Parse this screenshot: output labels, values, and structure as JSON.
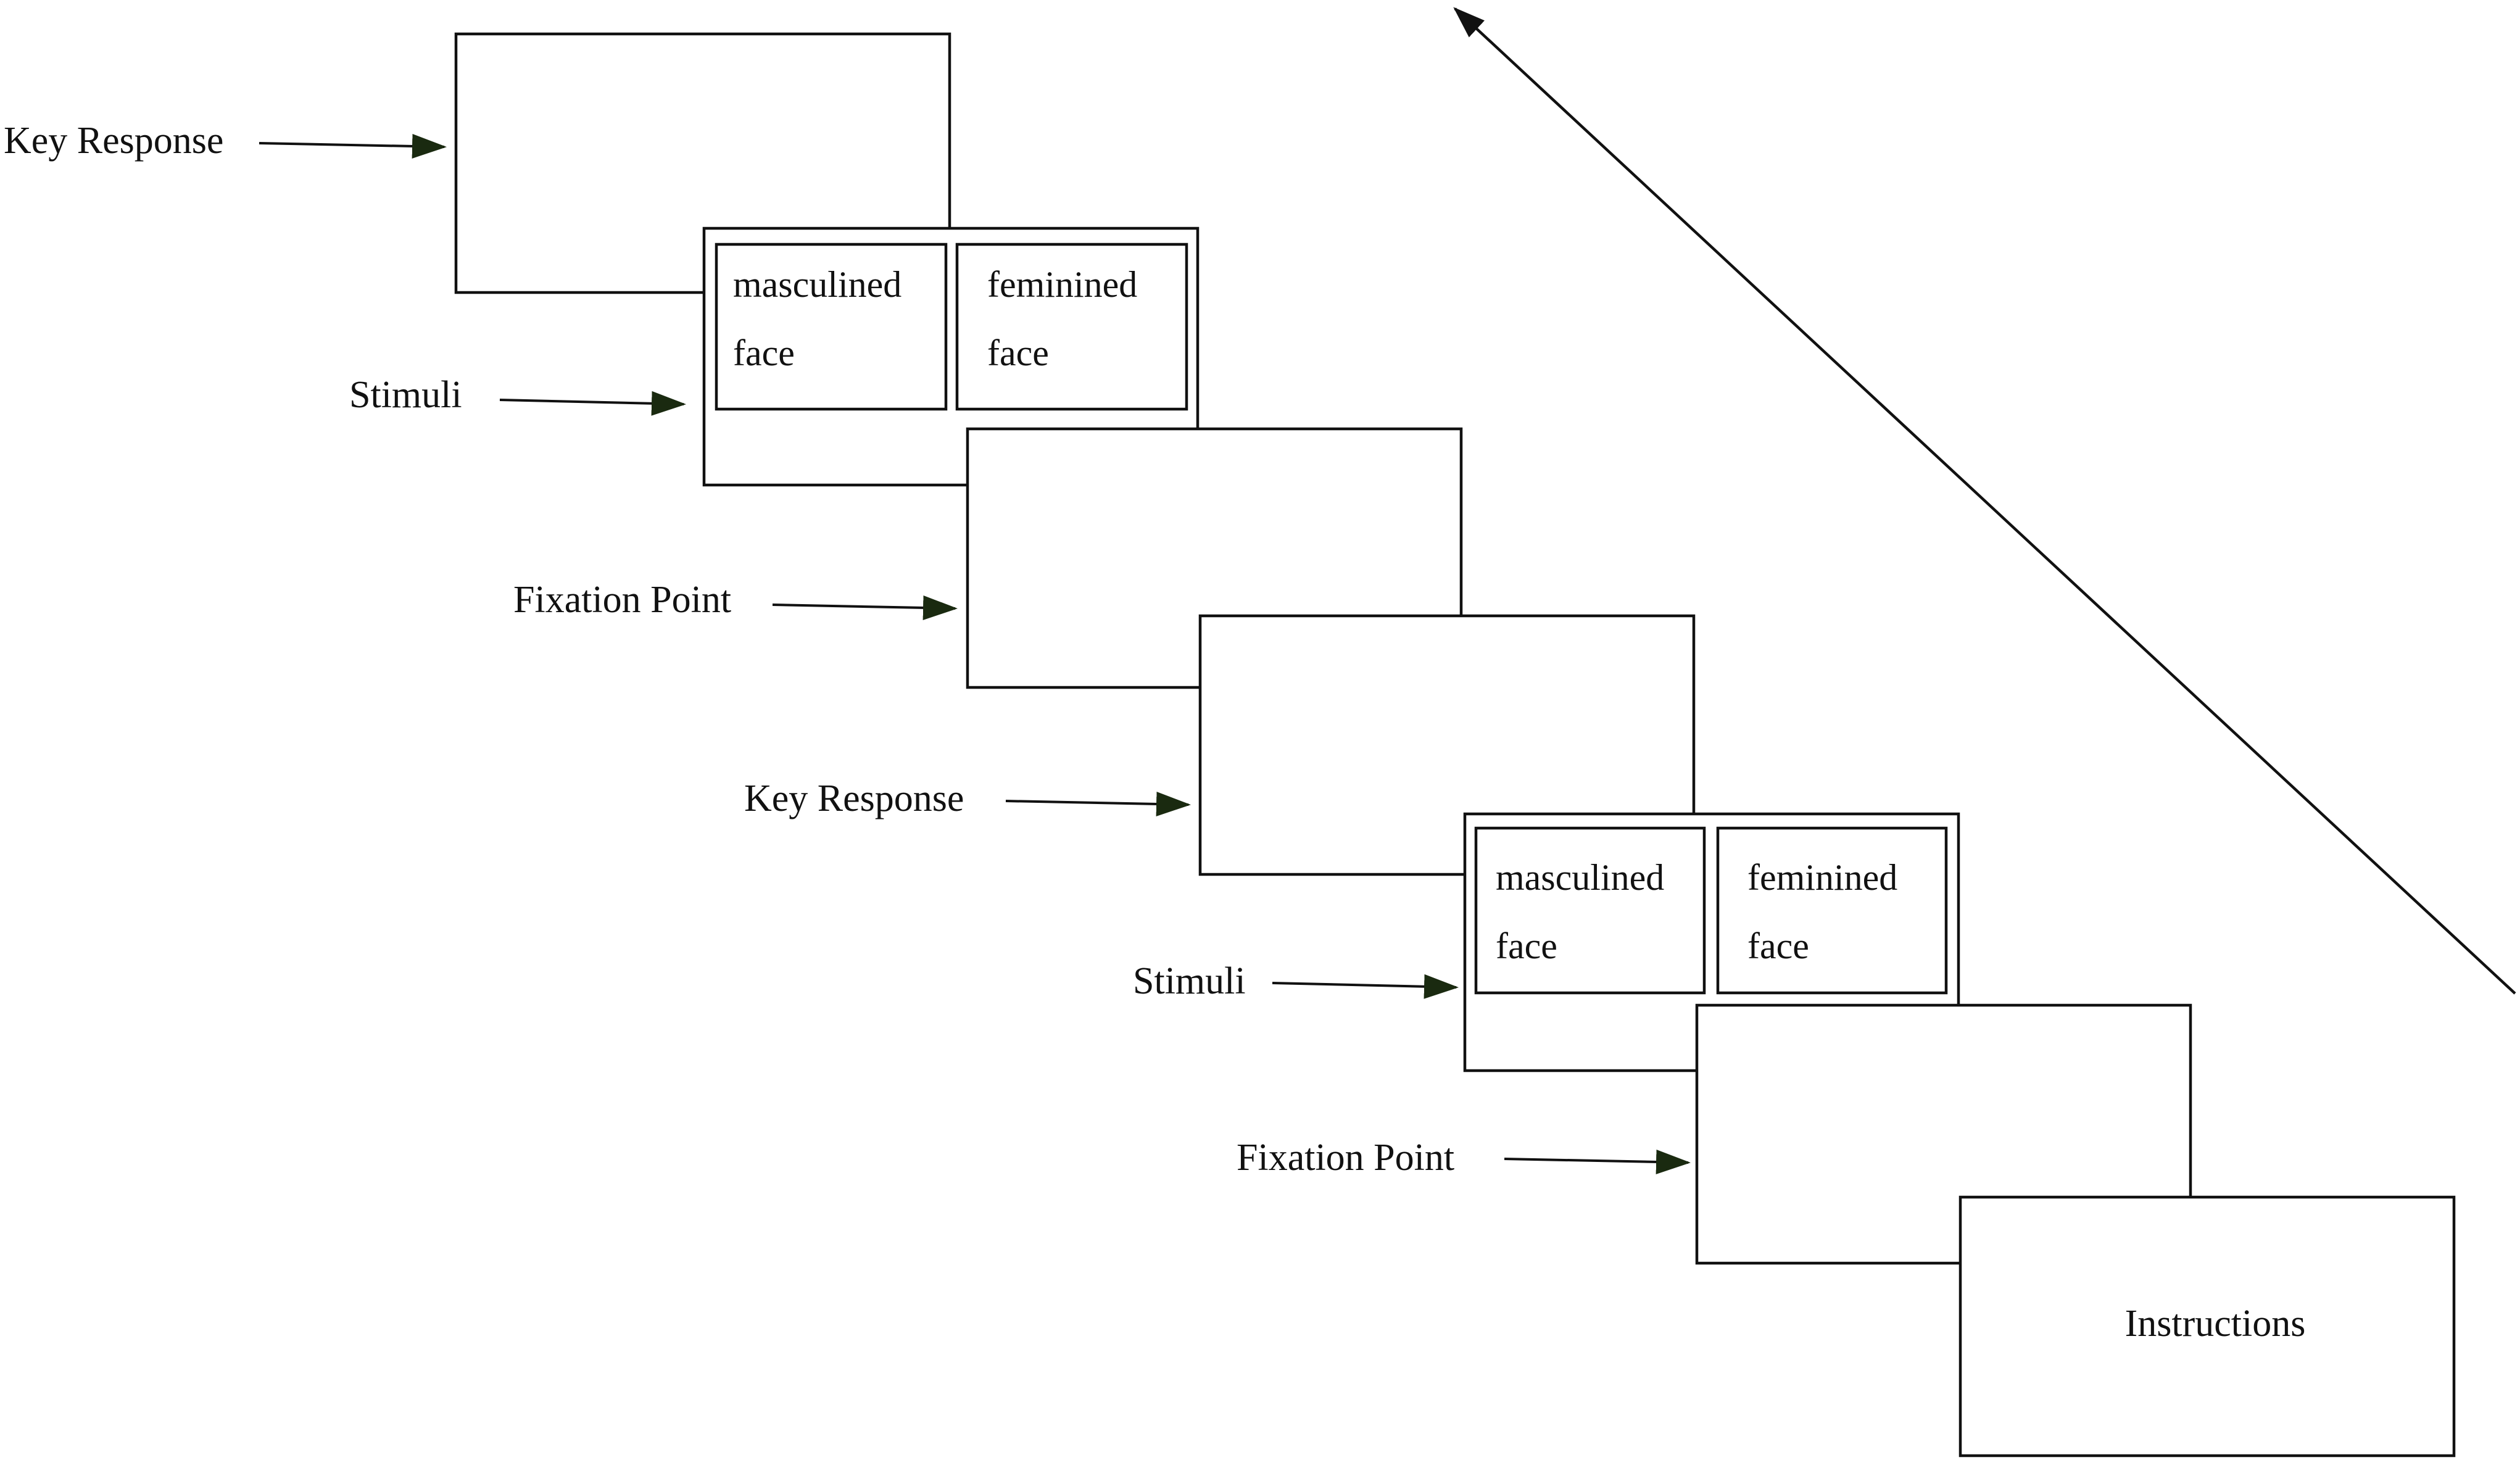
{
  "diagram": {
    "labels": {
      "key_response_1": "Key Response",
      "stimuli_1": "Stimuli",
      "fixation_point_1": "Fixation Point",
      "key_response_2": "Key Response",
      "stimuli_2": "Stimuli",
      "fixation_point_2": "Fixation Point"
    },
    "stimuli_1": {
      "left_line1": "masculined",
      "left_line2": "face",
      "right_line1": "feminined",
      "right_line2": "face"
    },
    "stimuli_2": {
      "left_line1": "masculined",
      "left_line2": "face",
      "right_line1": "feminined",
      "right_line2": "face"
    },
    "instructions": "Instructions"
  },
  "colors": {
    "stroke": "#111111",
    "background": "#ffffff",
    "arrow_head": "#1a2a10"
  }
}
